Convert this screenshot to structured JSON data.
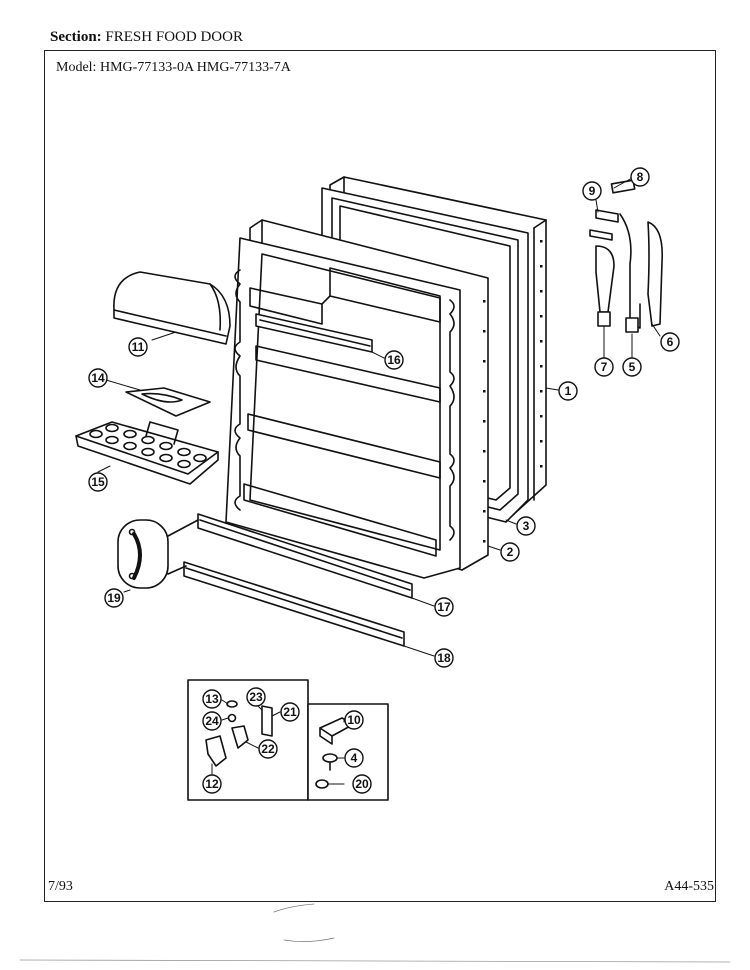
{
  "header": {
    "section_label": "Section:",
    "section_value": "FRESH FOOD DOOR",
    "model_label": "Model:",
    "model_value": "HMG-77133-0A  HMG-77133-7A"
  },
  "footer": {
    "date_code": "7/93",
    "doc_number": "A44-535"
  },
  "callouts": {
    "c1": "1",
    "c2": "2",
    "c3": "3",
    "c4": "4",
    "c5": "5",
    "c6": "6",
    "c7": "7",
    "c8": "8",
    "c9": "9",
    "c11": "11",
    "c12": "12",
    "c13": "13",
    "c14": "14",
    "c15": "15",
    "c16": "16",
    "c17": "17",
    "c18": "18",
    "c19": "19",
    "c20": "20",
    "c21": "21",
    "c22": "22",
    "c23": "23",
    "c24": "24",
    "c10": "10"
  }
}
